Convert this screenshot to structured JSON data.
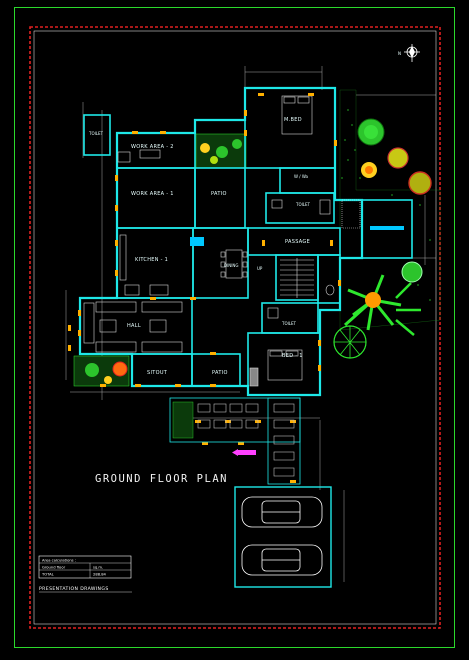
{
  "drawing": {
    "title": "GROUND FLOOR PLAN",
    "presentation_label": "PRESENTATION DRAWINGS",
    "compass_label": "N",
    "area_box": {
      "heading": "Area calculations :",
      "row1_label": "Ground floor",
      "row1_value": "sq.m.",
      "row2_label": "TOTAL",
      "row2_value": "288.84"
    },
    "rooms": {
      "toilet_top_left": "TOILET",
      "work_area_2": "WORK AREA - 2",
      "work_area_1": "WORK AREA - 1",
      "patio_upper": "PATIO",
      "m_bed": "M.BED",
      "wash": "W / Wa",
      "toilet_mid": "TOILET",
      "passage": "PASSAGE",
      "kitchen": "KITCHEN - 1",
      "dining": "DINING",
      "up": "UP",
      "hall": "HALL",
      "toilet_lower": "TOILET",
      "bed_1": "BED - 1",
      "sitout": "SITOUT",
      "patio_lower": "PATIO"
    },
    "colors": {
      "background": "#000000",
      "wall": "#1ee8e8",
      "frame_outer": "#2bd82b",
      "frame_red": "#e02020",
      "door_marker": "#ffb000",
      "water": "#00c8ff",
      "accent_magenta": "#ff40ff",
      "text": "#ffffff"
    },
    "icons": [
      "compass-icon",
      "car-icon",
      "tree-icon",
      "bed-icon",
      "sofa-icon",
      "dining-table-icon",
      "staircase-icon",
      "wc-icon"
    ]
  }
}
